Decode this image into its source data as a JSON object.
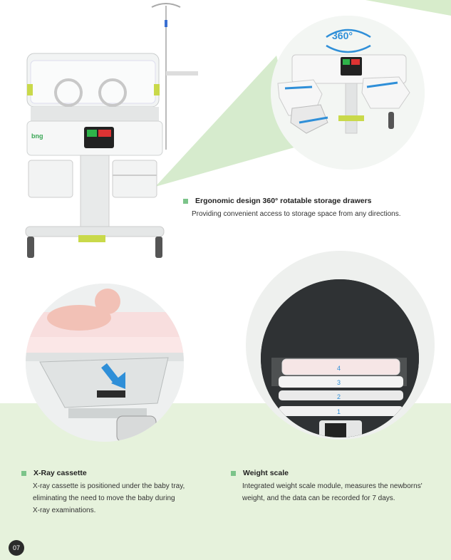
{
  "page": {
    "number": "07"
  },
  "brand": {
    "logo_text": "bng"
  },
  "features": [
    {
      "title": "Ergonomic design 360° rotatable storage drawers",
      "lines": [
        "Providing convenient access to storage space from any directions."
      ]
    },
    {
      "title": "X-Ray cassette",
      "lines": [
        "X-ray cassette is positioned under the baby tray,",
        "eliminating the need to move the baby during",
        "X-ray examinations."
      ]
    },
    {
      "title": "Weight scale",
      "lines": [
        "Integrated weight scale module, measures the newborns'",
        "weight, and the data can be recorded for 7 days."
      ]
    }
  ],
  "detail_badge": {
    "label": "360°"
  },
  "weight_levels": [
    "4",
    "3",
    "2",
    "1"
  ],
  "colors": {
    "accent_green": "#7cc48a",
    "band_green": "#e6f2dc",
    "arrow_blue": "#2f8fd8"
  }
}
